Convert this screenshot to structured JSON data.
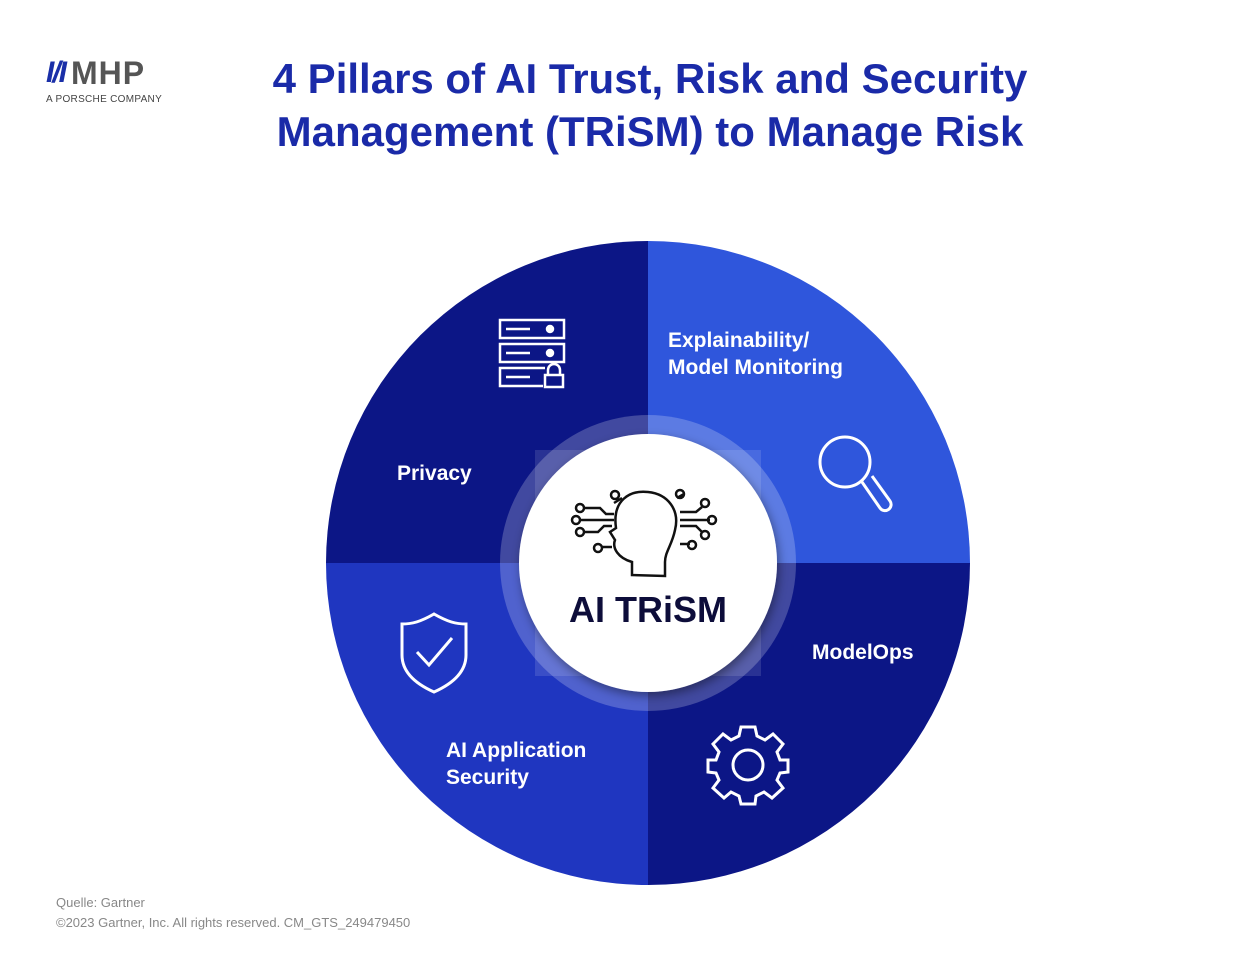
{
  "logo": {
    "mark": "MHP",
    "subtitle": "A PORSCHE COMPANY"
  },
  "title": {
    "line1": "4 Pillars of AI Trust, Risk and Security",
    "line2": "Management (TRiSM) to Manage Risk"
  },
  "center": {
    "label": "AI TRiSM",
    "icon": "head-circuit-icon"
  },
  "pillars": [
    {
      "label": "Privacy",
      "icon": "server-lock-icon",
      "color": "#0c1686"
    },
    {
      "label_line1": "Explainability/",
      "label_line2": "Model Monitoring",
      "icon": "magnifier-icon",
      "color": "#2f56dc"
    },
    {
      "label": "ModelOps",
      "icon": "gear-icon",
      "color": "#0c1686"
    },
    {
      "label_line1": "AI Application",
      "label_line2": "Security",
      "icon": "shield-check-icon",
      "color": "#1f36c0"
    }
  ],
  "footer": {
    "source": "Quelle: Gartner",
    "copyright": "©2023 Gartner, Inc. All rights reserved. CM_GTS_249479450"
  }
}
